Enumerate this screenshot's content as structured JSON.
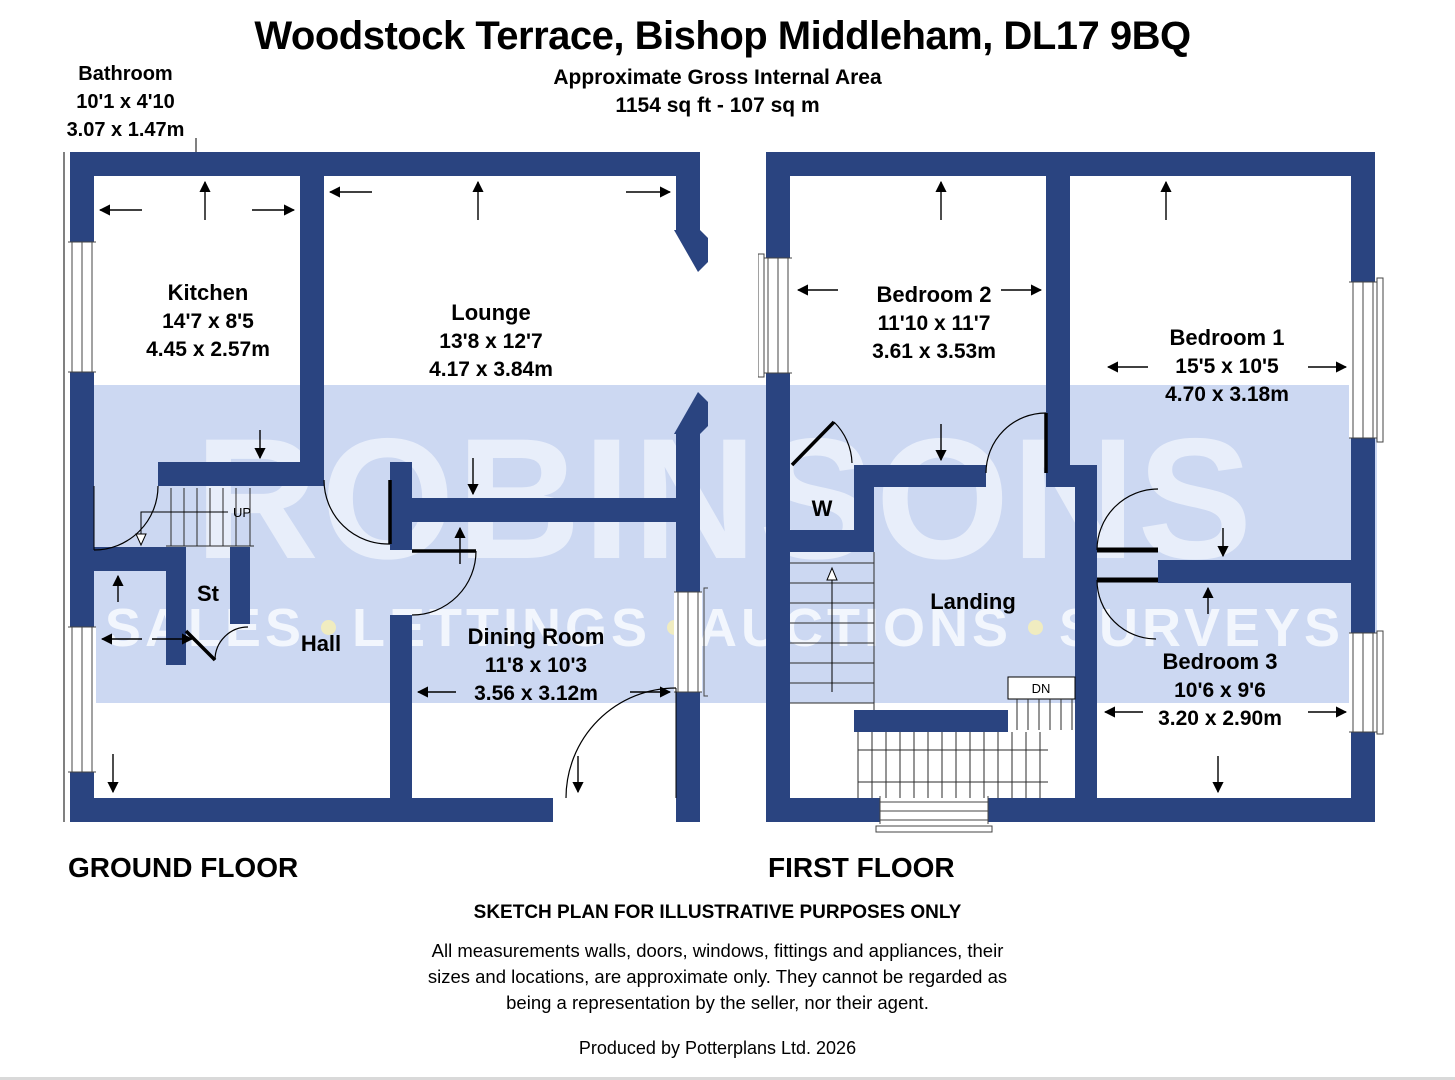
{
  "title": "Woodstock Terrace, Bishop Middleham, DL17 9BQ",
  "subtitle1": "Approximate Gross Internal Area",
  "subtitle2": "1154 sq ft - 107 sq m",
  "bathroom": {
    "name": "Bathroom",
    "imperial": "10'1 x 4'10",
    "metric": "3.07 x 1.47m"
  },
  "watermark": {
    "name": "ROBINSONS",
    "services": [
      "SALES",
      "LETTINGS",
      "AUCTIONS",
      "SURVEYS"
    ]
  },
  "colors": {
    "wall_navy": "#2a4480",
    "watermark_band": "#ccd8f2",
    "watermark_name_text": "#e8eefa",
    "watermark_services_text": "#f2f6fd",
    "watermark_dot": "#f0ecc0"
  },
  "ground_floor": {
    "label": "GROUND FLOOR",
    "kitchen": {
      "name": "Kitchen",
      "imperial": "14'7 x 8'5",
      "metric": "4.45 x 2.57m"
    },
    "lounge": {
      "name": "Lounge",
      "imperial": "13'8 x 12'7",
      "metric": "4.17 x 3.84m"
    },
    "dining": {
      "name": "Dining Room",
      "imperial": "11'8 x 10'3",
      "metric": "3.56 x 3.12m"
    },
    "hall": {
      "name": "Hall"
    },
    "store": {
      "name": "St"
    },
    "stairs": {
      "direction": "UP"
    }
  },
  "first_floor": {
    "label": "FIRST FLOOR",
    "bedroom2": {
      "name": "Bedroom 2",
      "imperial": "11'10 x 11'7",
      "metric": "3.61 x 3.53m"
    },
    "bedroom1": {
      "name": "Bedroom 1",
      "imperial": "15'5 x 10'5",
      "metric": "4.70 x 3.18m"
    },
    "bedroom3": {
      "name": "Bedroom 3",
      "imperial": "10'6 x 9'6",
      "metric": "3.20 x 2.90m"
    },
    "landing": {
      "name": "Landing"
    },
    "wardrobe": {
      "name": "W"
    },
    "stairs": {
      "direction": "DN"
    }
  },
  "footer": {
    "sketch_note": "SKETCH PLAN FOR ILLUSTRATIVE PURPOSES ONLY",
    "disclaimer_line1": "All measurements walls, doors, windows, fittings and appliances, their",
    "disclaimer_line2": "sizes and locations, are approximate only. They cannot be regarded as",
    "disclaimer_line3": "being a representation by the seller, nor their agent.",
    "produced_by": "Produced by Potterplans Ltd. 2026"
  }
}
